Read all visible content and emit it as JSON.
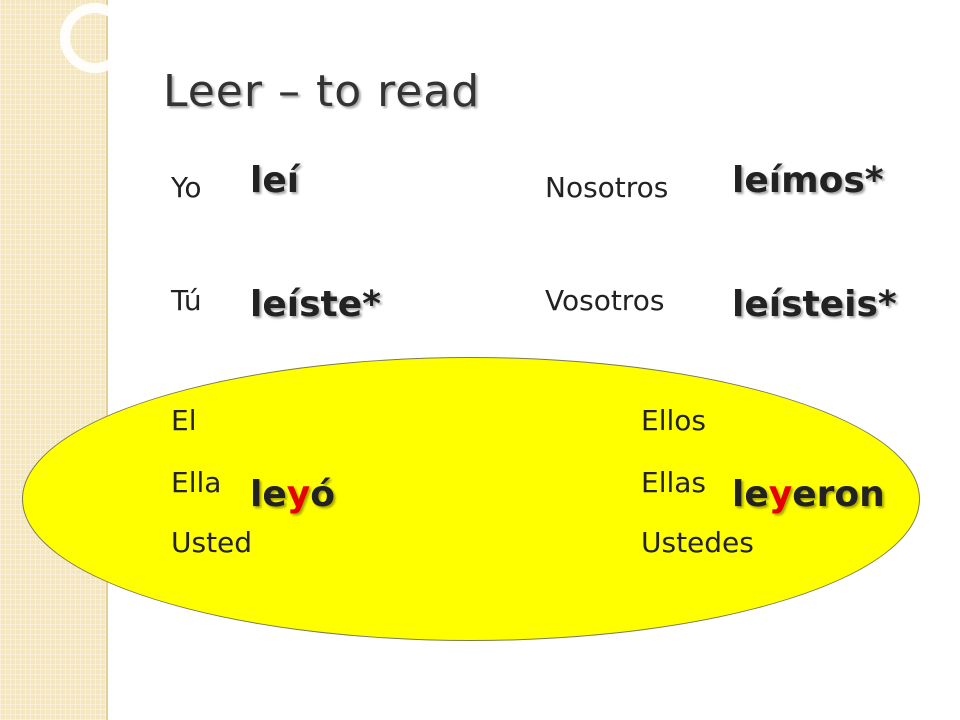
{
  "title": "Leer – to read",
  "pronouns": {
    "yo": "Yo",
    "tu": "Tú",
    "el": "El",
    "ella": "Ella",
    "usted": "Usted",
    "nosotros": "Nosotros",
    "vosotros": "Vosotros",
    "ellos": "Ellos",
    "ellas": "Ellas",
    "ustedes": "Ustedes"
  },
  "conjugations": {
    "yo": "leí",
    "tu": "leíste*",
    "nosotros": "leímos*",
    "vosotros": "leísteis*",
    "el_ella_usted": {
      "prefix": "le",
      "highlight": "y",
      "suffix": "ó"
    },
    "ellos_ellas_ustedes": {
      "prefix": "le",
      "highlight": "y",
      "suffix": "eron"
    }
  },
  "colors": {
    "oval_fill": "#ffff00",
    "highlight": "#e60000",
    "sidebar": "#f4e7c0"
  }
}
